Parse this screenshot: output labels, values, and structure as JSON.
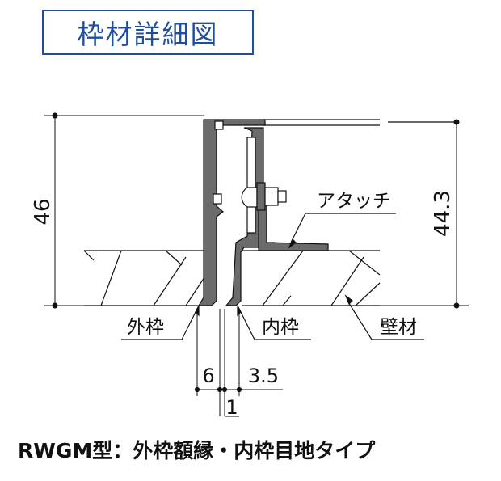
{
  "title": "枠材詳細図",
  "labels": {
    "attachment": "アタッチ",
    "outer_frame": "外枠",
    "inner_frame": "内枠",
    "wall_material": "壁材"
  },
  "dimensions": {
    "total_height": "46",
    "inner_height": "44.3",
    "outer_gap": "6",
    "inner_gap": "3.5",
    "joint": "1"
  },
  "caption": "RWGM型：外枠額縁・内枠目地タイプ"
}
